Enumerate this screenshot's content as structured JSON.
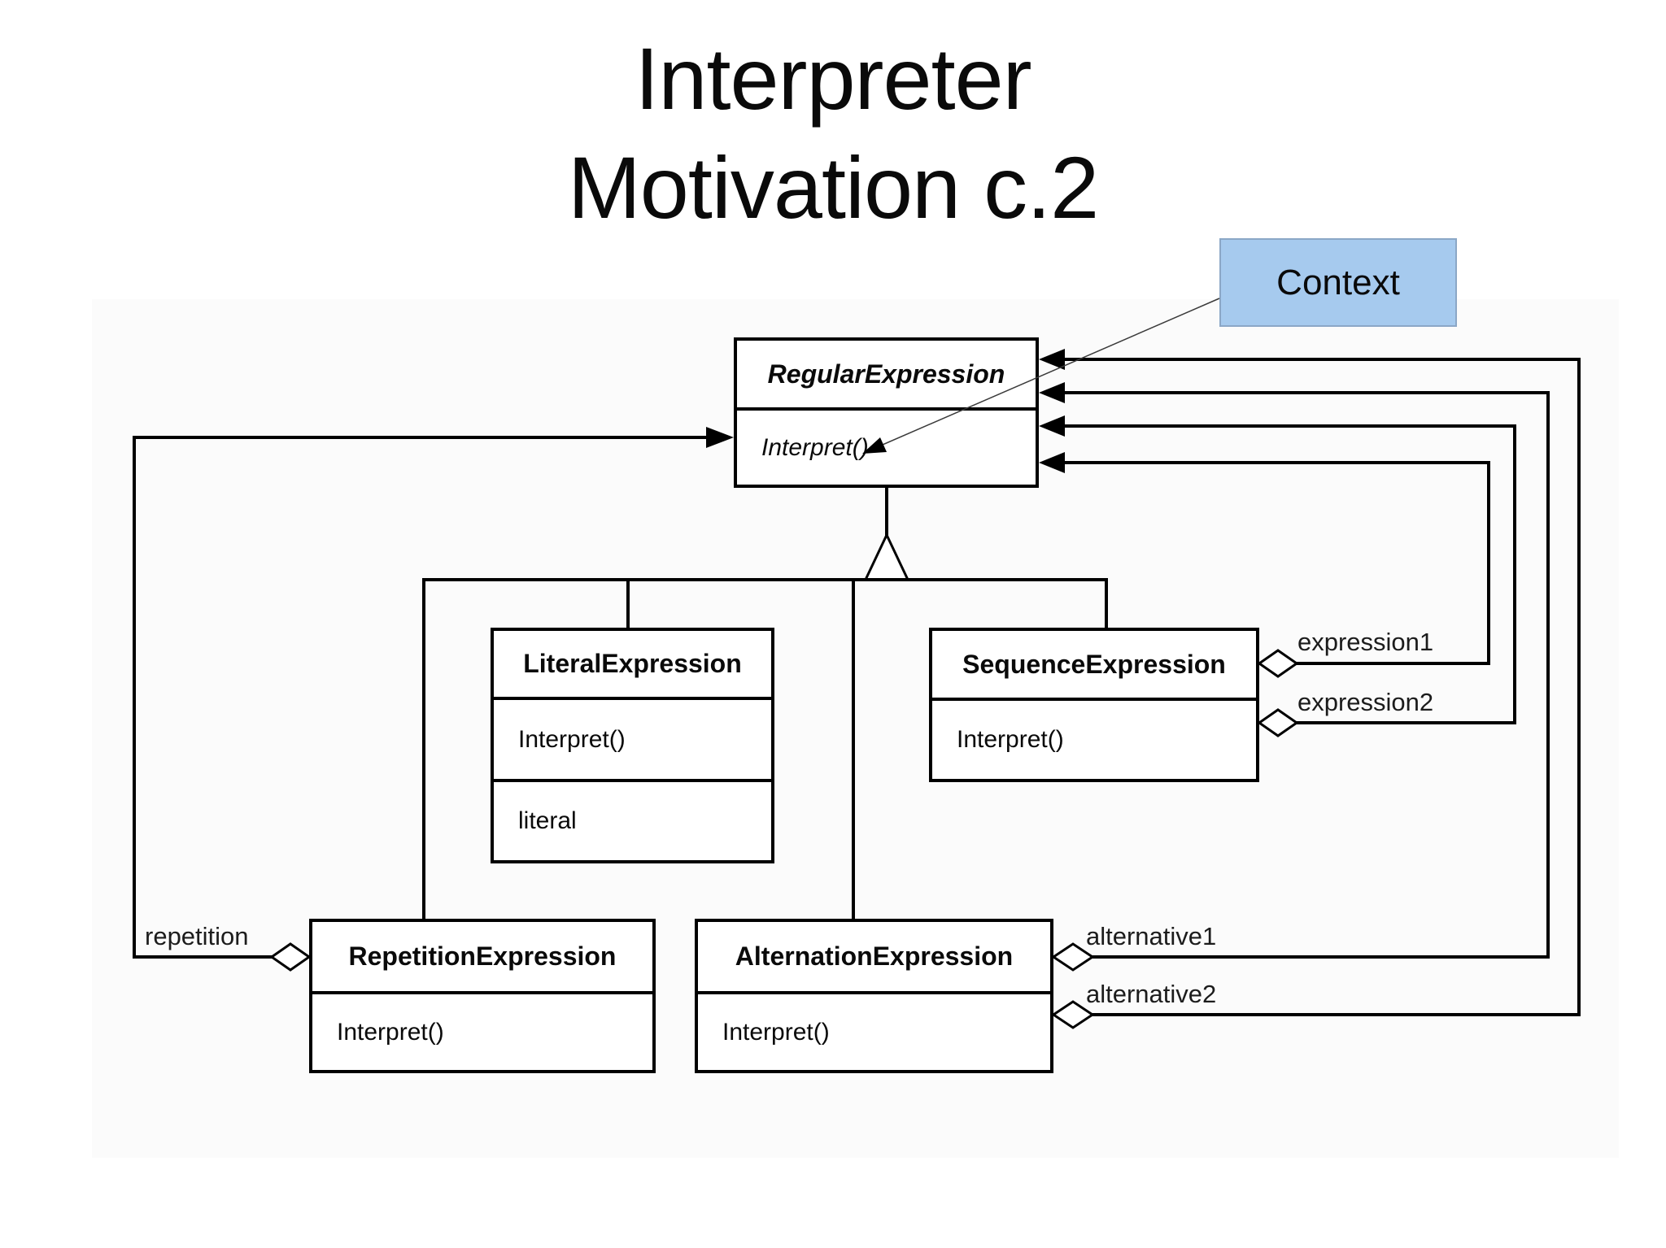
{
  "slide": {
    "title_line1": "Interpreter",
    "title_line2": "Motivation c.2"
  },
  "colors": {
    "context_fill": "#A6CAEE",
    "context_border": "#8BA7C6",
    "diagram_line": "#000000",
    "text": "#0A0A0A",
    "background": "#FFFFFF"
  },
  "context_box": {
    "label": "Context"
  },
  "classes": {
    "regular_expression": {
      "name": "RegularExpression",
      "methods": [
        "Interpret()"
      ]
    },
    "literal_expression": {
      "name": "LiteralExpression",
      "methods": [
        "Interpret()"
      ],
      "attributes": [
        "literal"
      ]
    },
    "sequence_expression": {
      "name": "SequenceExpression",
      "methods": [
        "Interpret()"
      ]
    },
    "repetition_expression": {
      "name": "RepetitionExpression",
      "methods": [
        "Interpret()"
      ]
    },
    "alternation_expression": {
      "name": "AlternationExpression",
      "methods": [
        "Interpret()"
      ]
    }
  },
  "association_labels": {
    "repetition": "repetition",
    "expression1": "expression1",
    "expression2": "expression2",
    "alternative1": "alternative1",
    "alternative2": "alternative2"
  }
}
